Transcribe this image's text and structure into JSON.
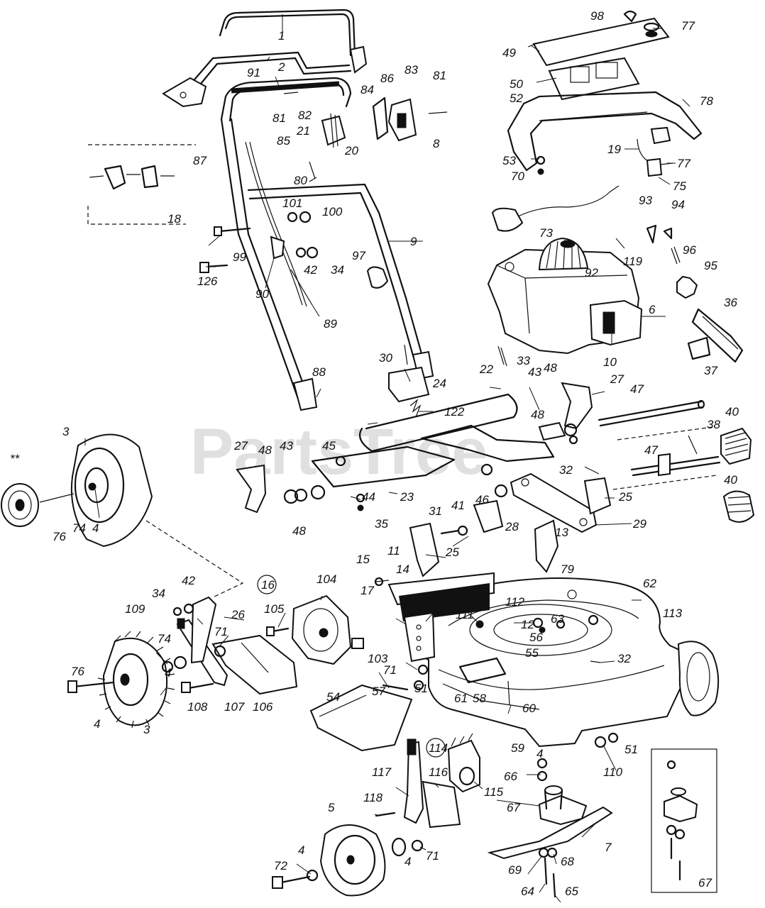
{
  "watermark": {
    "text": "PartsTree",
    "trademark": "™"
  },
  "asterisks": "**",
  "callouts": {
    "c1": "1",
    "c2": "2",
    "c3a": "3",
    "c3b": "3",
    "c4a": "4",
    "c4b": "4",
    "c4c": "4",
    "c4d": "4",
    "c4e": "4",
    "c4f": "4",
    "c5": "5",
    "c6": "6",
    "c7": "7",
    "c8": "8",
    "c9": "9",
    "c10": "10",
    "c11": "11",
    "c12": "12",
    "c13": "13",
    "c14": "14",
    "c15": "15",
    "c16": "16",
    "c17": "17",
    "c18": "18",
    "c19": "19",
    "c20": "20",
    "c21": "21",
    "c22": "22",
    "c23": "23",
    "c24": "24",
    "c25a": "25",
    "c25b": "25",
    "c26": "26",
    "c27a": "27",
    "c27b": "27",
    "c28": "28",
    "c29": "29",
    "c30": "30",
    "c31": "31",
    "c32a": "32",
    "c32b": "32",
    "c33": "33",
    "c34a": "34",
    "c34b": "34",
    "c35": "35",
    "c36": "36",
    "c37": "37",
    "c38": "38",
    "c40a": "40",
    "c40b": "40",
    "c41": "41",
    "c42a": "42",
    "c42b": "42",
    "c43a": "43",
    "c43b": "43",
    "c44": "44",
    "c45": "45",
    "c46": "46",
    "c47a": "47",
    "c47b": "47",
    "c48a": "48",
    "c48b": "48",
    "c48c": "48",
    "c48d": "48",
    "c49": "49",
    "c50": "50",
    "c51a": "51",
    "c51b": "51",
    "c52": "52",
    "c53": "53",
    "c54": "54",
    "c55": "55",
    "c56": "56",
    "c57": "57",
    "c58": "58",
    "c59": "59",
    "c60": "60",
    "c61": "61",
    "c62": "62",
    "c63": "63",
    "c64": "64",
    "c65": "65",
    "c66": "66",
    "c67a": "67",
    "c67b": "67",
    "c68": "68",
    "c69": "69",
    "c70": "70",
    "c71a": "71",
    "c71b": "71",
    "c71c": "71",
    "c72": "72",
    "c73": "73",
    "c74a": "74",
    "c74b": "74",
    "c75": "75",
    "c76a": "76",
    "c76b": "76",
    "c77a": "77",
    "c77b": "77",
    "c78": "78",
    "c79": "79",
    "c80": "80",
    "c81a": "81",
    "c81b": "81",
    "c82": "82",
    "c83": "83",
    "c84": "84",
    "c85": "85",
    "c86": "86",
    "c87": "87",
    "c88": "88",
    "c89": "89",
    "c90": "90",
    "c91": "91",
    "c92": "92",
    "c93": "93",
    "c94": "94",
    "c95": "95",
    "c96": "96",
    "c97": "97",
    "c98": "98",
    "c99": "99",
    "c100": "100",
    "c101": "101",
    "c103": "103",
    "c104": "104",
    "c105": "105",
    "c106": "106",
    "c107": "107",
    "c108": "108",
    "c109": "109",
    "c110": "110",
    "c111": "111",
    "c112": "112",
    "c113": "113",
    "c114": "114",
    "c115": "115",
    "c116": "116",
    "c117": "117",
    "c118": "118",
    "c119": "119",
    "c122": "122",
    "c126": "126"
  }
}
